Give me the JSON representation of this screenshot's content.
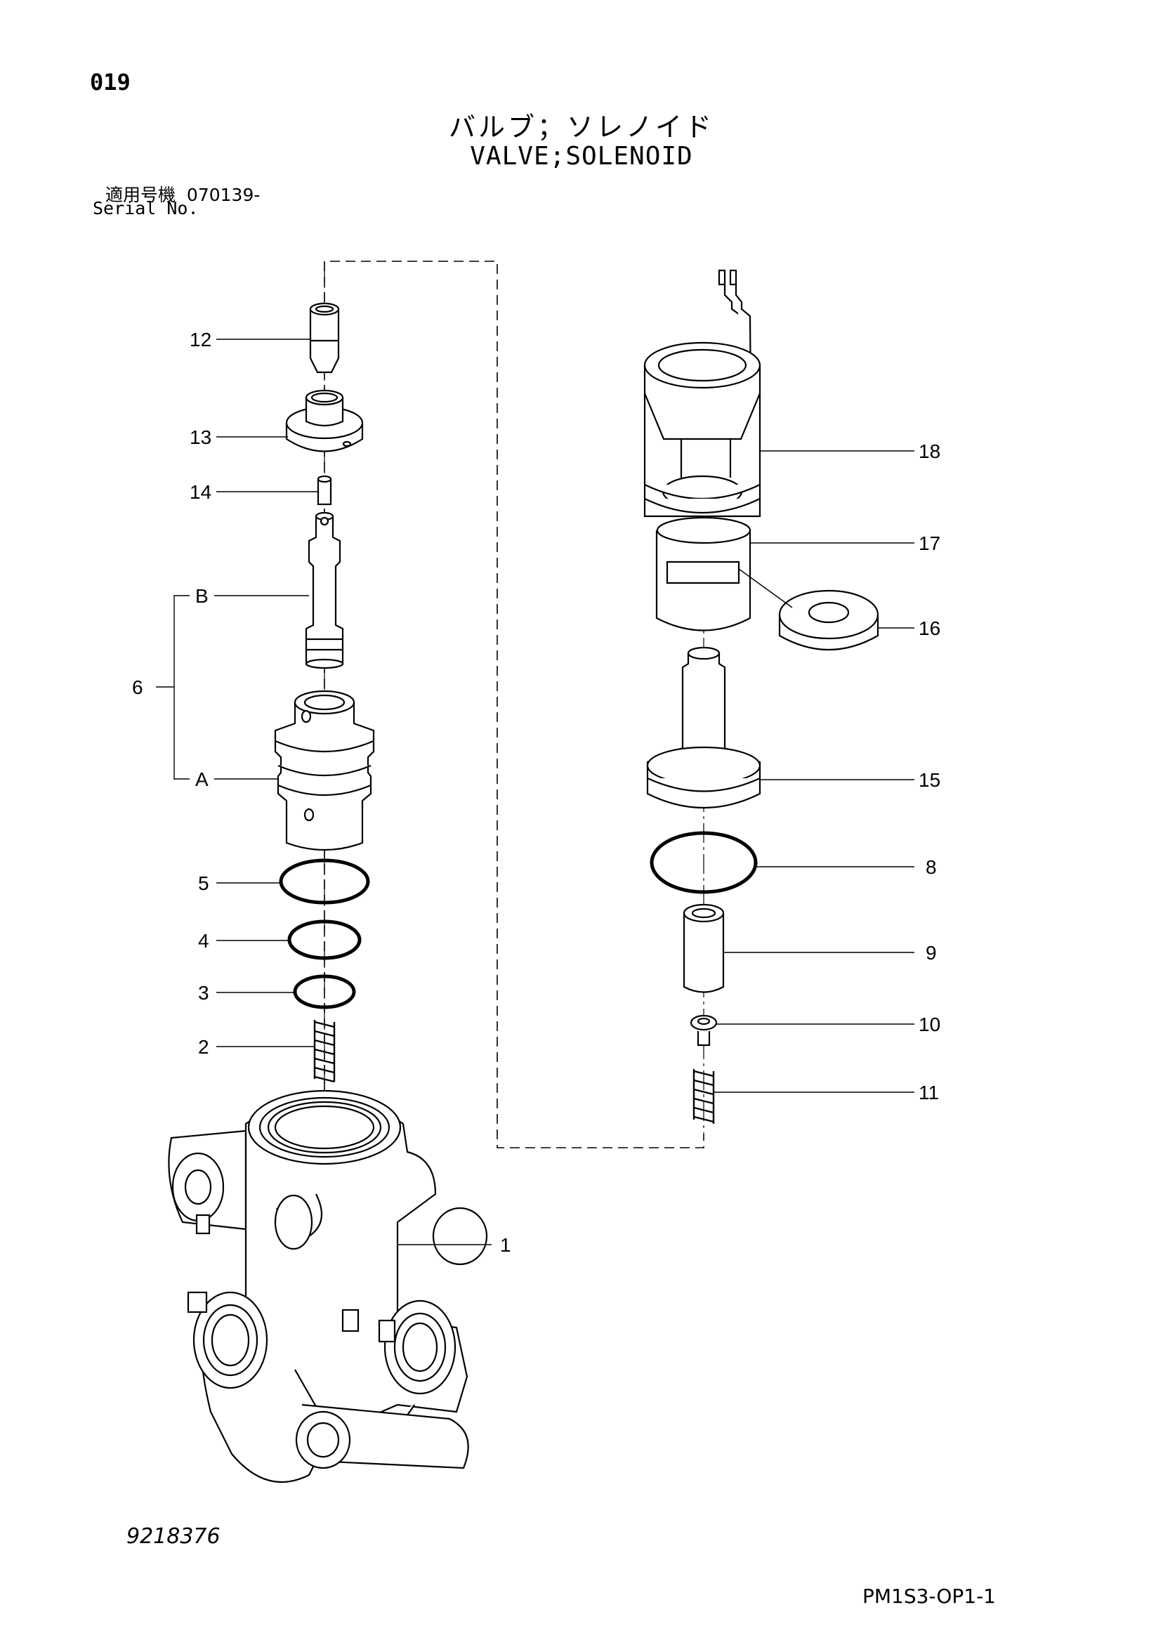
{
  "header": {
    "page_number": "019",
    "title_ja": "バルブ；ソレノイド",
    "title_en": "VALVE;SOLENOID",
    "serial_label_ja": "適用号機",
    "serial_value": "070139-",
    "serial_label_en": "Serial No."
  },
  "callouts": {
    "c1": "1",
    "c2": "2",
    "c3": "3",
    "c4": "4",
    "c5": "5",
    "c6": "6",
    "cA": "A",
    "cB": "B",
    "c8": "8",
    "c9": "9",
    "c10": "10",
    "c11": "11",
    "c12": "12",
    "c13": "13",
    "c14": "14",
    "c15": "15",
    "c16": "16",
    "c17": "17",
    "c18": "18"
  },
  "footer": {
    "drawing_number": "9218376",
    "page_code": "PM1S3-OP1-1"
  }
}
